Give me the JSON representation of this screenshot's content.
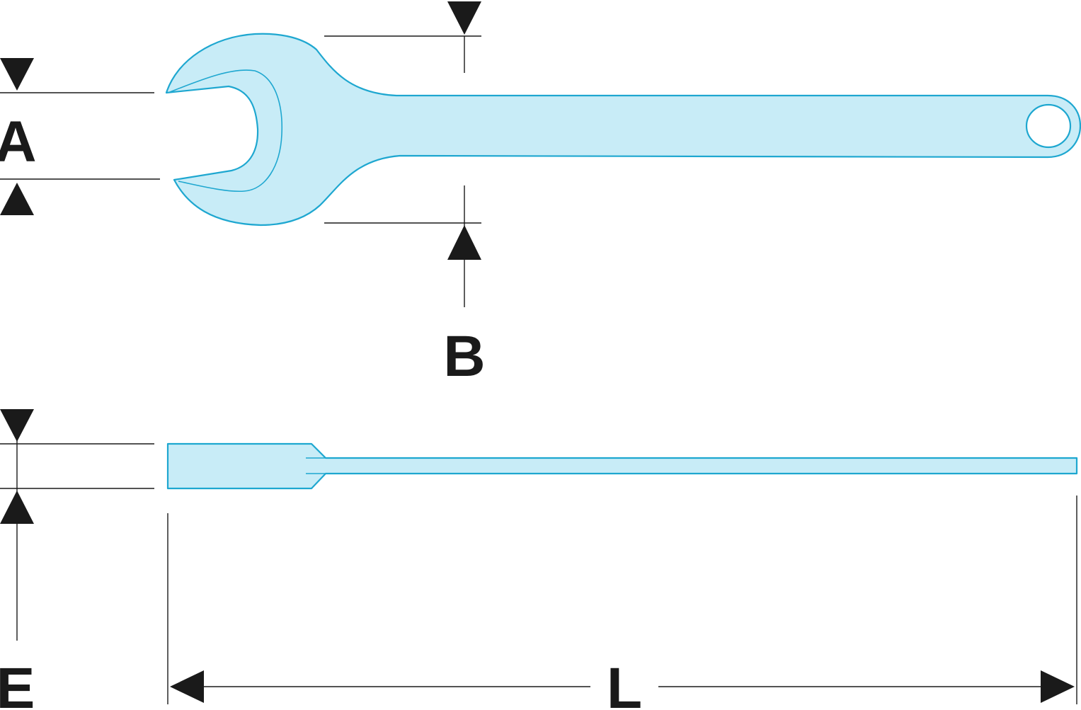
{
  "labels": {
    "a": "A",
    "b": "B",
    "e": "E",
    "l": "L"
  },
  "colors": {
    "fill": "#c8ecf7",
    "outline": "#1ea7d0",
    "dimension": "#1a1a1a"
  }
}
